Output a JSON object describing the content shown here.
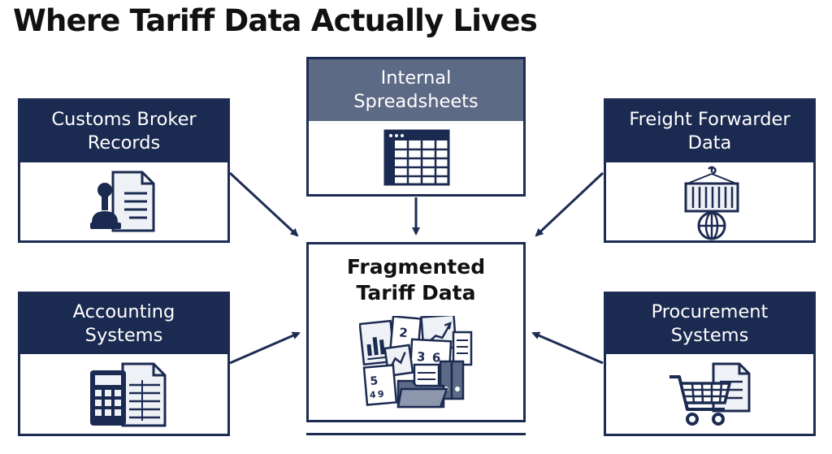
{
  "title": "Where Tariff Data Actually Lives",
  "center": {
    "line1": "Fragmented",
    "line2": "Tariff Data",
    "chart_digits": [
      "2",
      "3",
      "6",
      "5",
      "4",
      "9"
    ]
  },
  "sources": {
    "customs": {
      "line1": "Customs Broker",
      "line2": "Records",
      "icon": "stamp-document-icon"
    },
    "spreadsheets": {
      "line1": "Internal",
      "line2": "Spreadsheets",
      "icon": "spreadsheet-icon"
    },
    "freight": {
      "line1": "Freight Forwarder",
      "line2": "Data",
      "icon": "container-globe-icon"
    },
    "accounting": {
      "line1": "Accounting",
      "line2": "Systems",
      "icon": "calculator-ledger-icon"
    },
    "procurement": {
      "line1": "Procurement",
      "line2": "Systems",
      "icon": "shopping-cart-icon"
    }
  },
  "colors": {
    "navy": "#1b2a50",
    "slate": "#5d6a85",
    "ink": "#111111",
    "icon_light": "#eef1f6"
  }
}
